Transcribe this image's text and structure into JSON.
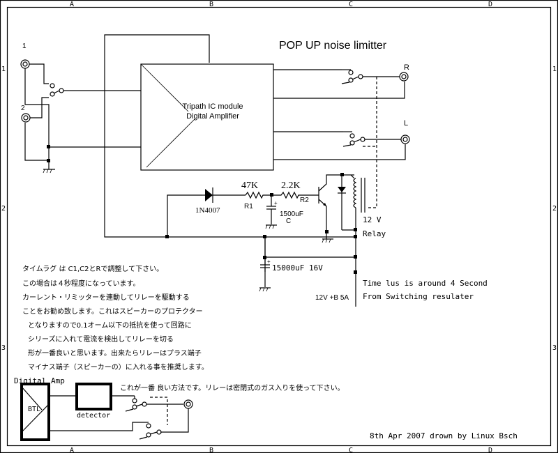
{
  "frame": {
    "column_labels": [
      "A",
      "B",
      "C",
      "D"
    ],
    "row_labels": [
      "1",
      "2",
      "3"
    ]
  },
  "title": "POP UP noise limitter",
  "amplifier": {
    "line1": "Tripath IC module",
    "line2": "Digital Amplifier"
  },
  "inputs": {
    "input1": "1",
    "input2": "2"
  },
  "outputs": {
    "right": "R",
    "left": "L"
  },
  "components": {
    "diode": "1N4007",
    "r1_value": "47K",
    "r1_label": "R1",
    "r2_value": "2.2K",
    "r2_label": "R2",
    "c_value": "1500uF",
    "c_label": "C",
    "relay_voltage": "12 V",
    "relay_label": "Relay",
    "big_cap": "15000uF  16V",
    "supply": "12V +B 5A"
  },
  "notes_en": {
    "line1": "Time lus is around 4 Second",
    "line2": "From Switching resulater"
  },
  "notes_jp": [
    "タイムラグ は C1,C2とRで調整して下さい。",
    "この場合は４秒程度になっています。",
    "カーレント・リミッターを連動してリレーを駆動する",
    "ことをお勧め致します。これはスピーカーのプロテクター",
    "となりますので0.1オーム以下の抵抗を使って回路に",
    "シリーズに入れて電流を検出してリレーを切る",
    "形が一番良いと思います。出来たらリレーはプラス端子",
    "マイナス端子（スピーカーの）に入れる事を推奨します。"
  ],
  "btl_diagram": {
    "amp_label": "Digital Amp",
    "btl_label": "BTL",
    "detector_label": "detector",
    "note": "これが一番 良い方法です。リレーは密閉式のガス入りを使って下さい。"
  },
  "footer": "8th Apr 2007 drown by Linux Bsch"
}
